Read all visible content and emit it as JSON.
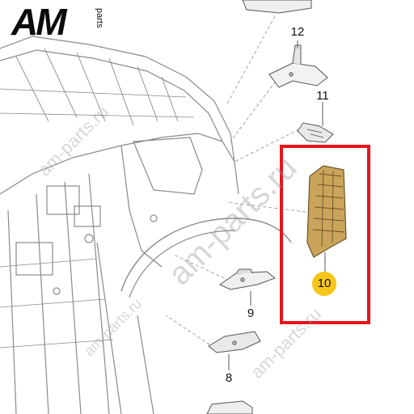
{
  "logo": {
    "brand": "AM",
    "sub": "parts"
  },
  "watermarks": [
    "am-parts.ru",
    "am-parts.ru",
    "am-parts.ru",
    "am-parts.ru"
  ],
  "callouts": [
    {
      "label": "12"
    },
    {
      "label": "11"
    },
    {
      "label": "10"
    },
    {
      "label": "9"
    },
    {
      "label": "8"
    }
  ],
  "colors": {
    "highlight_frame": "#e8141c",
    "highlighted_part": "#c9a45a",
    "callout_badge": "#f5c518",
    "line_art": "#8a8a8a"
  }
}
